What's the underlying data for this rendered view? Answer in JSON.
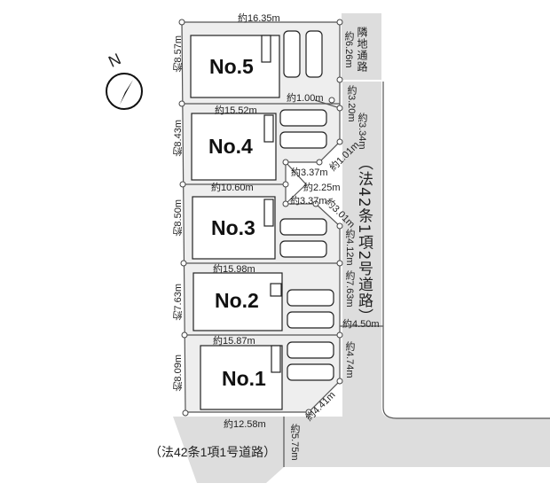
{
  "compass": {
    "label": "N"
  },
  "lots": [
    {
      "label": "No.5"
    },
    {
      "label": "No.4"
    },
    {
      "label": "No.3"
    },
    {
      "label": "No.2"
    },
    {
      "label": "No.1"
    }
  ],
  "roads": {
    "neighbor": "隣地通路",
    "east": "（法42条1項2号道路）",
    "south": "（法42条1項1号道路）"
  },
  "dims": {
    "top": "約16.35m",
    "d626": "約6.26m",
    "d857": "約8.57m",
    "d100": "約1.00m",
    "d1552": "約15.52m",
    "d320": "約3.20m",
    "d334": "約3.34m",
    "d843": "約8.43m",
    "d101": "約1.01m",
    "d337a": "約3.37m",
    "d225": "約2.25m",
    "d1060": "約10.60m",
    "d337b": "約3.37m",
    "d301": "約3.01m",
    "d850": "約8.50m",
    "d412": "約4.12m",
    "d1598": "約15.98m",
    "d763l": "約7.63m",
    "d763r": "約7.63m",
    "d450": "約4.50m",
    "d1587": "約15.87m",
    "d809": "約8.09m",
    "d474": "約4.74m",
    "d441": "約4.41m",
    "d1258": "約12.58m",
    "d575": "約5.75m"
  }
}
